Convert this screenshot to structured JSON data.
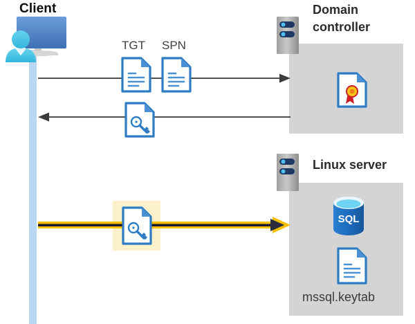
{
  "diagram": {
    "title_client": "Client",
    "title_domain_controller": "Domain\ncontroller",
    "title_domain_controller_line1": "Domain",
    "title_domain_controller_line2": "controller",
    "title_linux_server": "Linux server",
    "labels": {
      "tgt": "TGT",
      "spn": "SPN",
      "keytab_file": "mssql.keytab",
      "sql_badge": "SQL"
    },
    "icons": {
      "client": "client-workstation-icon",
      "server_rack_dc": "server-rack-icon",
      "server_rack_linux": "server-rack-icon",
      "tgt_document": "document-icon",
      "spn_document": "document-icon",
      "ticket_key_document": "document-key-icon",
      "service_key_document": "document-key-icon",
      "certificate": "certificate-document-icon",
      "sql_database": "sql-database-icon",
      "keytab_document": "document-icon"
    },
    "flows": [
      {
        "name": "request-tgt-spn",
        "direction": "right",
        "from": "Client",
        "to": "Domain controller",
        "style": "thin-gray"
      },
      {
        "name": "receive-service-ticket",
        "direction": "left",
        "from": "Domain controller",
        "to": "Client",
        "style": "thin-gray"
      },
      {
        "name": "present-service-ticket",
        "direction": "right",
        "from": "Client",
        "to": "Linux server",
        "style": "thick-yellow-highlight"
      }
    ],
    "colors": {
      "panel_gray": "#d4d4d4",
      "lifeline_blue": "#b9d7f2",
      "doc_blue": "#2e7cc4",
      "doc_fold_blue": "#4a90d4",
      "arrow_gray": "#4d4d4d",
      "arrow_yellow": "#f5c000",
      "arrow_yellow_core": "#1a1a2e",
      "highlight_yellow": "#fdf1cc",
      "sql_blue": "#1b6ec2",
      "sql_top": "#6fd3f2",
      "seal_gold": "#f5c518",
      "seal_ribbon_red": "#cc2027",
      "server_body": "#a6a6a6",
      "server_pill": "#1f3864",
      "server_dot": "#4cc3f0",
      "text_dark": "#2b2b2b",
      "person_blue": "#4fc3e8",
      "monitor_blue": "#4a7fc1"
    }
  }
}
